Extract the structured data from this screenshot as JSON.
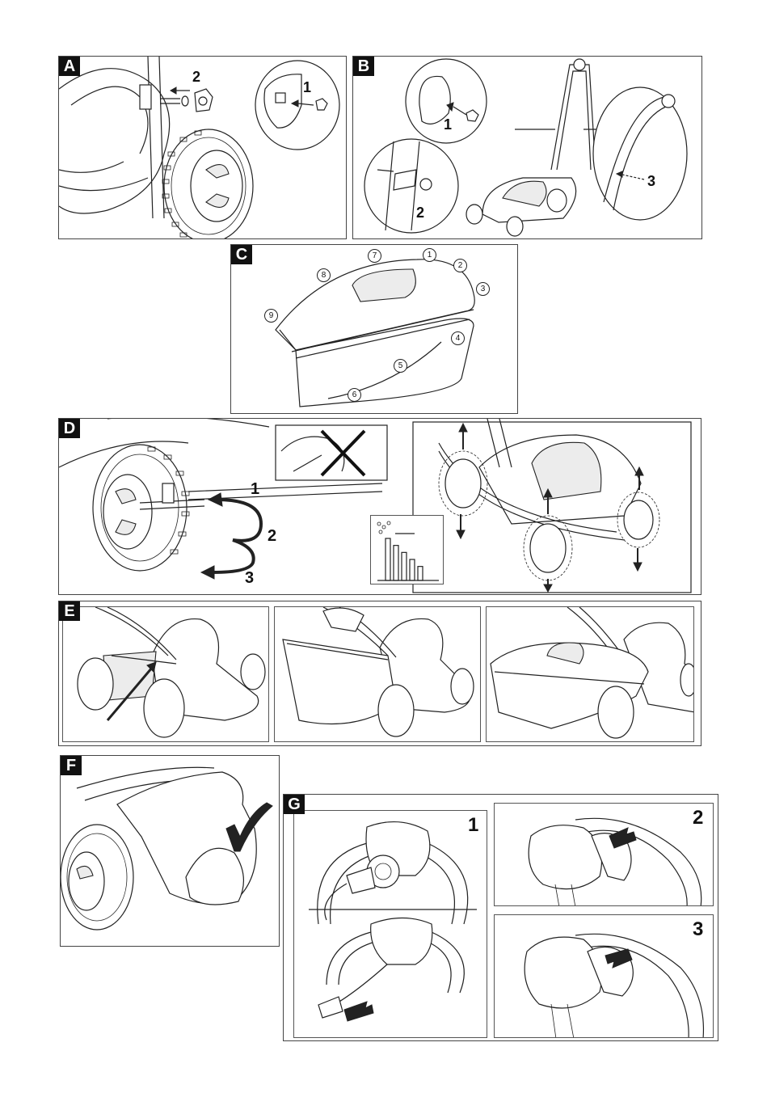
{
  "panels": {
    "a": {
      "label": "A",
      "steps": [
        "1",
        "2"
      ]
    },
    "b": {
      "label": "B",
      "steps": [
        "1",
        "2",
        "3"
      ]
    },
    "c": {
      "label": "C",
      "parts": [
        "1",
        "2",
        "3",
        "4",
        "5",
        "6",
        "7",
        "8",
        "9"
      ]
    },
    "d": {
      "label": "D",
      "steps": [
        "1",
        "2",
        "3"
      ]
    },
    "e": {
      "label": "E"
    },
    "f": {
      "label": "F"
    },
    "g": {
      "label": "G",
      "steps": [
        "1",
        "2",
        "3"
      ]
    }
  },
  "icons": {
    "prohibited": "cross-out-icon",
    "approved": "check-mark-icon",
    "height_chart": "cutting-height-bar-chart-icon"
  },
  "chart_data": {
    "type": "bar",
    "values": [
      6,
      5,
      4,
      3,
      2
    ],
    "ylim": [
      0,
      6
    ]
  }
}
